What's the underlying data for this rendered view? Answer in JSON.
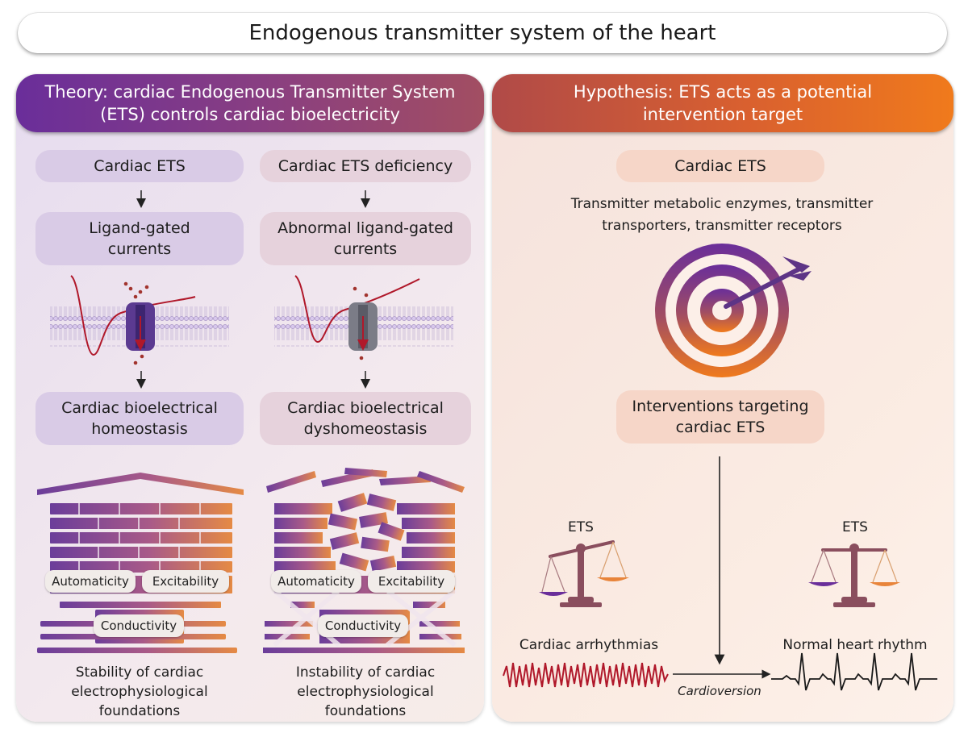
{
  "title": "Endogenous transmitter system of the heart",
  "left": {
    "header": "Theory: cardiac Endogenous Transmitter System (ETS) controls cardiac bioelectricity",
    "col1": {
      "ets": "Cardiac ETS",
      "currents": "Ligand-gated currents",
      "state": "Cardiac bioelectrical homeostasis",
      "caption": "Stability of cardiac electrophysiological foundations"
    },
    "col2": {
      "ets": "Cardiac ETS deficiency",
      "currents": "Abnormal ligand-gated currents",
      "state": "Cardiac bioelectrical dyshomeostasis",
      "caption": "Instability of cardiac electrophysiological foundations"
    },
    "labels": {
      "automaticity": "Automaticity",
      "excitability": "Excitability",
      "conductivity": "Conductivity"
    }
  },
  "right": {
    "header": "Hypothesis: ETS acts as a potential intervention target",
    "ets": "Cardiac ETS",
    "components": "Transmitter metabolic enzymes, transmitter transporters, transmitter receptors",
    "interventions": "Interventions targeting cardiac ETS",
    "scale_label_left": "ETS",
    "scale_label_right": "ETS",
    "arrhythmia": "Cardiac arrhythmias",
    "normal": "Normal heart rhythm",
    "cardioversion": "Cardioversion"
  },
  "colors": {
    "purple": "#6a2e9a",
    "orange": "#f07a1c",
    "red_trace": "#b0182a"
  }
}
